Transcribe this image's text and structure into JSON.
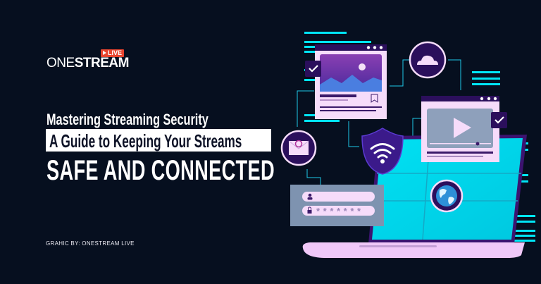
{
  "logo": {
    "brand_light": "ONE",
    "brand_bold": "STREAM",
    "badge": "LIVE"
  },
  "headline": {
    "line1": "Mastering Streaming Security",
    "line2": "A Guide to Keeping Your Streams",
    "line3": "SAFE AND CONNECTED"
  },
  "credit": "GRAHIC BY: ONESTREAM LIVE",
  "login_form": {
    "password_mask": "* * * * * * *"
  },
  "colors": {
    "background": "#060f1f",
    "accent_cyan": "#00e5f5",
    "accent_purple": "#3b1a7a",
    "pink": "#f6dcfa",
    "live_red": "#e8452f"
  }
}
